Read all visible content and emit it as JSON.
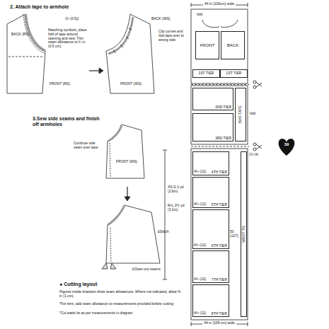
{
  "diagram": {
    "nodes": [
      {
        "text": [
          "FRONT"
        ]
      },
      {
        "text": [
          "BACK"
        ]
      },
      {
        "text": [
          "1ST TIER"
        ]
      },
      {
        "text": [
          "1ST TIER"
        ]
      },
      {
        "text": [
          "2ND TIER"
        ]
      },
      {
        "text": [
          "3RD TIER"
        ]
      },
      {
        "text": [
          "BIAS TAPE"
        ]
      },
      {
        "text": [
          "4TH TIER"
        ]
      },
      {
        "text": [
          "5TH TIER"
        ]
      },
      {
        "text": [
          "6TH TIER"
        ]
      },
      {
        "text": [
          "7TH TIER"
        ]
      },
      {
        "text": [
          "8TH TIER"
        ]
      },
      {
        "text": [
          "WAIST TIE"
        ]
      }
    ],
    "labels": [
      "2. Attach tape to armhole",
      "BACK (RS)",
      "(¼ (0.5))",
      "Matching symbols, place fold of tape around opening and sew. Trim seam allowance to ¼ in (0.5 cm)",
      "BACK (WS)",
      "Clip curves and fold tape over to wrong side",
      "FRONT (RS)",
      "FRONT (WS)",
      "3.Sew side seams and finish off armholes",
      "Continue side seam over tape",
      "FRONT (WS)",
      "②Stitch",
      "①Open out seams",
      "● Cutting layout",
      "Figures inside brackets show seam allowances. Where not indicated, allow ⅜ in (1 cm).",
      "*For tiers, add seam allowance to measurements provided before cutting",
      "*Cut waist tie as per measurements in diagram",
      "44 in (106cm) wide",
      "44 in (106 cm) wide",
      "fold",
      "XS-S 3 yd (2.6m)",
      "M-L 3½ yd (3.1m)",
      "39",
      "fold",
      "4¾ (12)",
      "4¾ (12)",
      "4¾ (12)",
      "4¾ (12)",
      "4¾ (12)",
      "50 (127)",
      "1½ (4)"
    ]
  }
}
